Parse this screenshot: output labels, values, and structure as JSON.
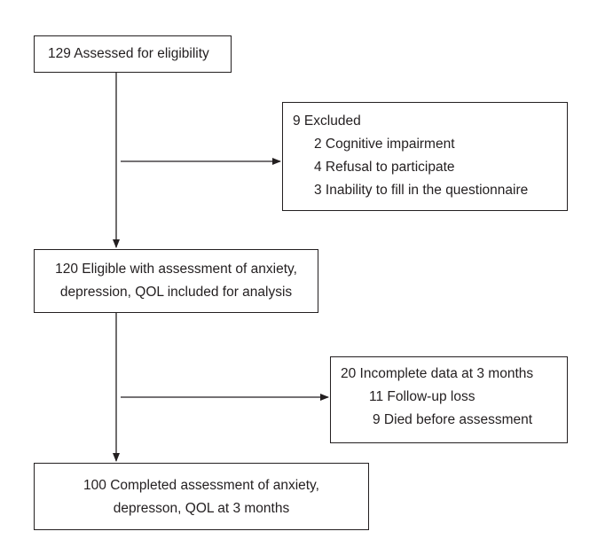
{
  "boxes": {
    "assessed": {
      "text": "129 Assessed for eligibility"
    },
    "excluded": {
      "title": "9 Excluded",
      "items": [
        "2 Cognitive impairment",
        "4 Refusal to participate",
        "3 Inability to fill in the questionnaire"
      ]
    },
    "eligible": {
      "line1": "120 Eligible with assessment of anxiety,",
      "line2": "depression, QOL included for analysis"
    },
    "incomplete": {
      "title": "20 Incomplete data at 3 months",
      "items": [
        "11 Follow-up loss",
        "9 Died before assessment"
      ]
    },
    "completed": {
      "line1": "100 Completed assessment of anxiety,",
      "line2": "depresson, QOL at 3 months"
    }
  },
  "colors": {
    "stroke": "#231f20",
    "text": "#231f20"
  }
}
